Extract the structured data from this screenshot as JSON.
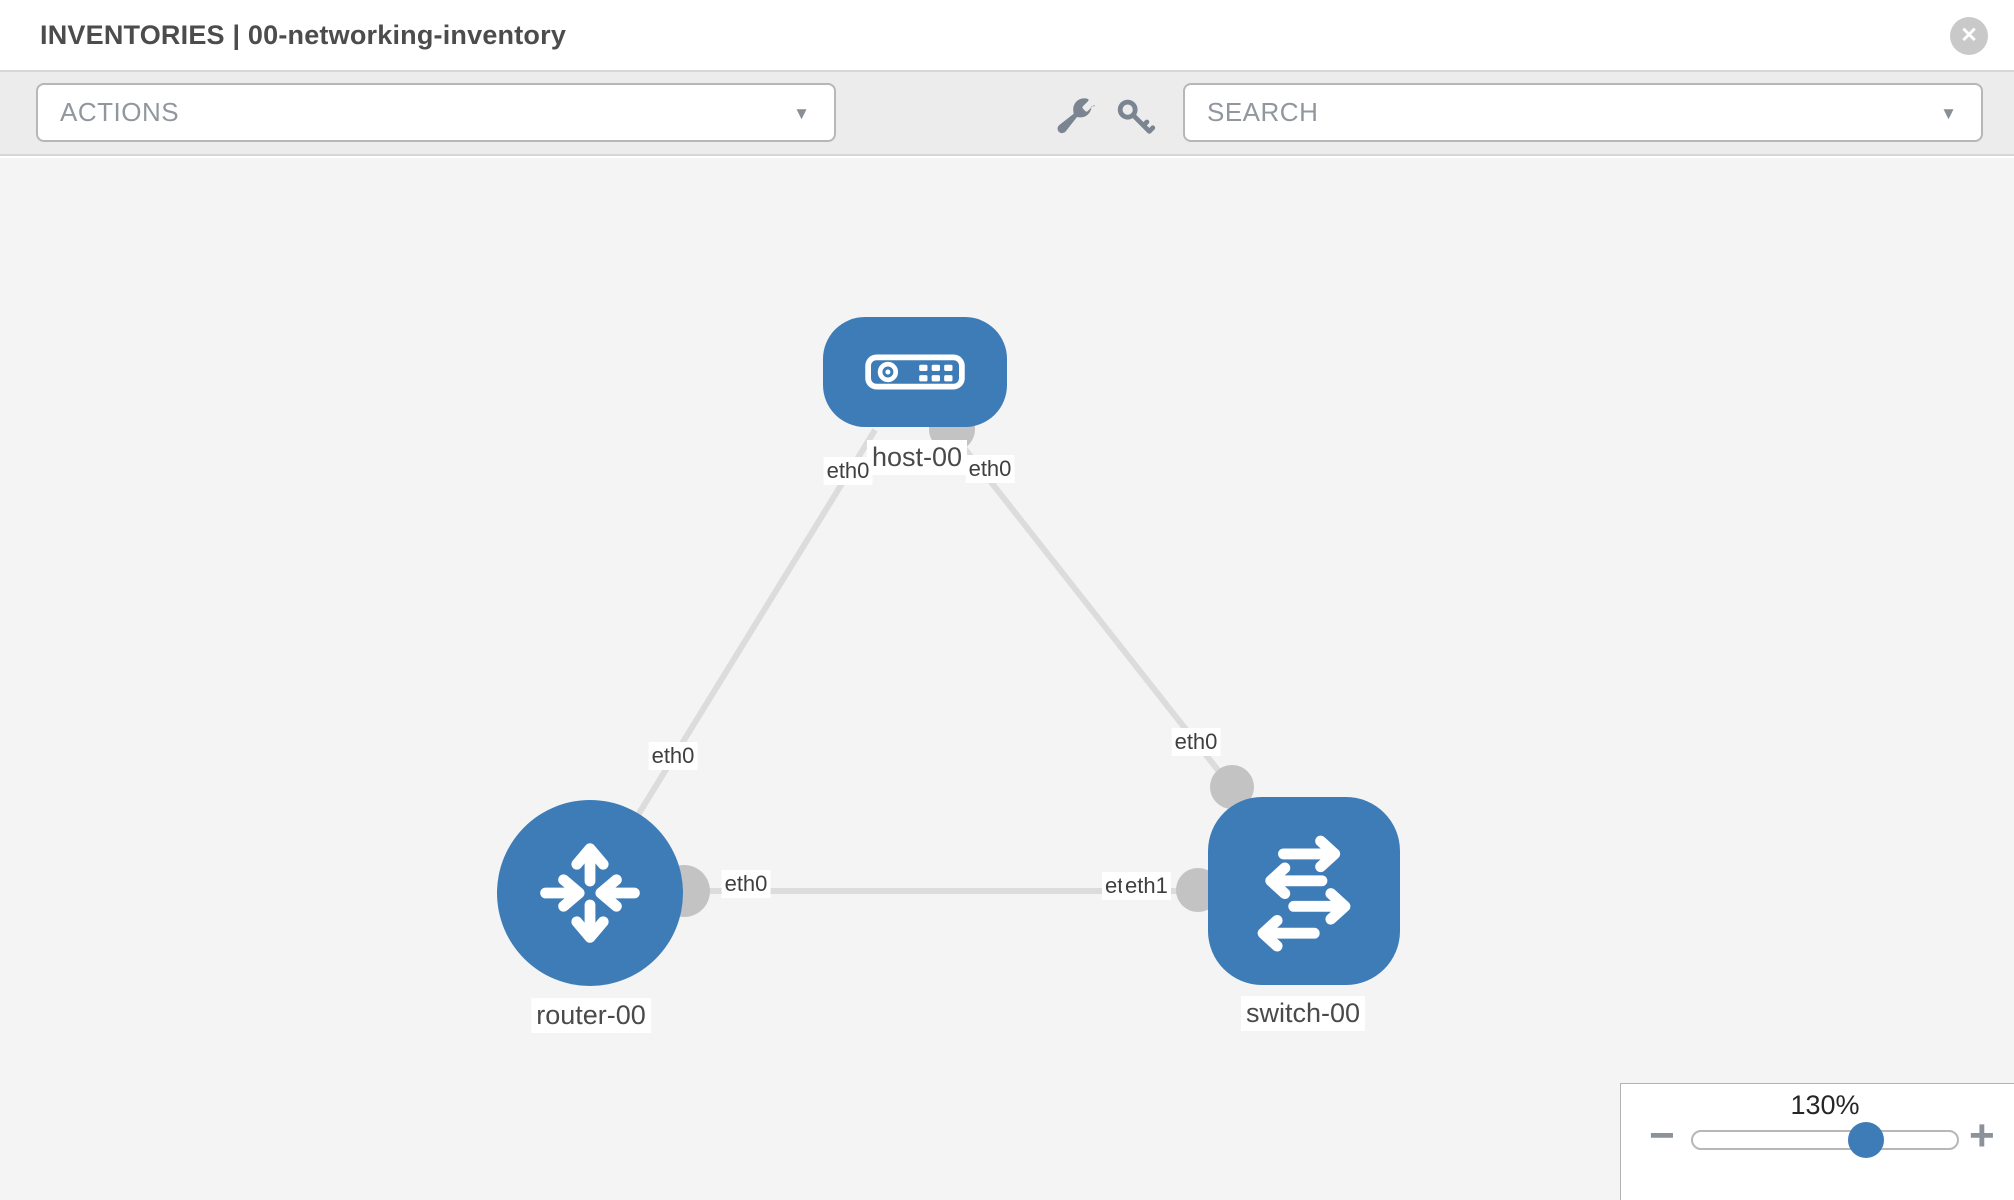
{
  "header": {
    "title": "INVENTORIES | 00-networking-inventory"
  },
  "toolbar": {
    "actions_label": "ACTIONS",
    "search_label": "SEARCH"
  },
  "icons": {
    "close": "✕",
    "caret_down": "▼",
    "minus": "−",
    "plus": "+",
    "wrench": "wrench-icon",
    "key": "key-icon"
  },
  "canvas": {
    "nodes": [
      {
        "label": "host-00",
        "type": "host"
      },
      {
        "label": "router-00",
        "type": "router"
      },
      {
        "label": "switch-00",
        "type": "switch"
      }
    ],
    "links": [
      {
        "from": "host-00",
        "to": "router-00"
      },
      {
        "from": "host-00",
        "to": "switch-00"
      },
      {
        "from": "router-00",
        "to": "switch-00"
      }
    ],
    "interfaces": {
      "host_left": "eth0",
      "host_right": "eth0",
      "host_router_link": "eth0",
      "host_switch_link": "eth0",
      "router_right": "eth0",
      "switch_left_back": "eth0",
      "switch_left_front": "eth1"
    }
  },
  "zoom_control": {
    "level": "130%"
  },
  "colors": {
    "node_blue": "#3e7cb8",
    "link_gray": "#dcdcdc",
    "connector_gray": "#c3c3c3",
    "canvas_bg": "#f4f4f4",
    "toolbar_bg": "#ececec"
  }
}
